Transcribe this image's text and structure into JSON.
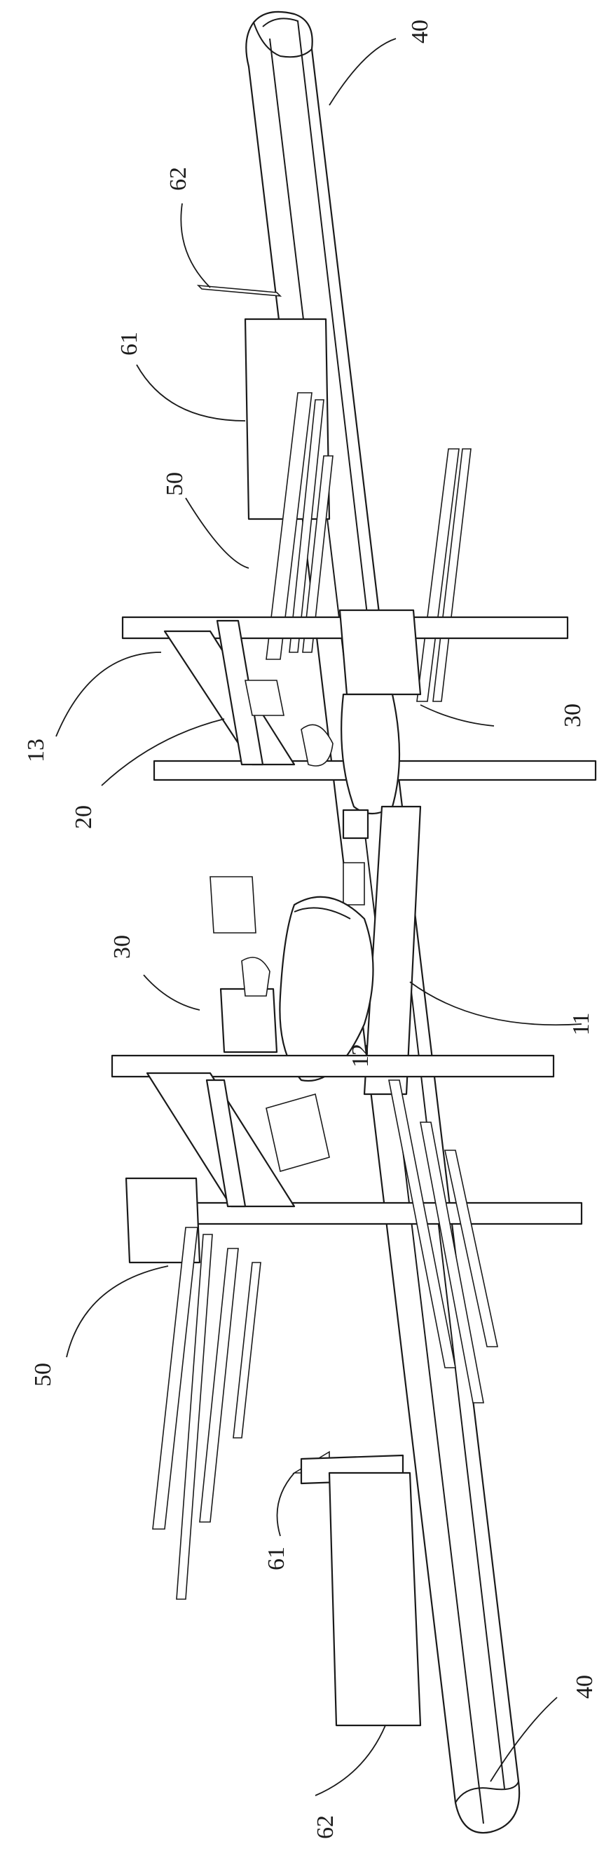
{
  "figure": {
    "labels": {
      "l40_top": "40",
      "l62_top": "62",
      "l61_top": "61",
      "l50_top": "50",
      "l13": "13",
      "l20": "20",
      "l30_right": "30",
      "l30_left": "30",
      "l11": "11",
      "l12": "12",
      "l50_bottom": "50",
      "l61_bottom": "61",
      "l40_bottom": "40",
      "l62_bottom": "62"
    }
  }
}
